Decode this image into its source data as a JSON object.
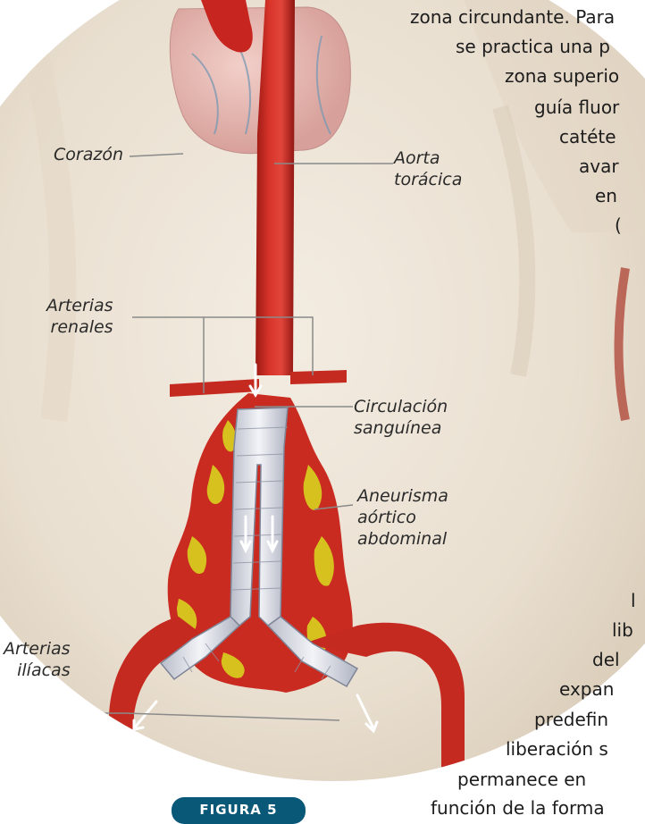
{
  "illustration": {
    "labels": {
      "heart": "Corazón",
      "thoracic_aorta": [
        "Aorta",
        "torácica"
      ],
      "renal_arteries": [
        "Arterias",
        "renales"
      ],
      "blood_flow": [
        "Circulación",
        "sanguínea"
      ],
      "aneurysm": [
        "Aneurisma",
        "aórtico",
        "abdominal"
      ],
      "iliac_arteries": [
        "Arterias",
        "ilíacas"
      ]
    },
    "colors": {
      "artery": "#c8271f",
      "artery_dark": "#8f1712",
      "stent": "#e8eaf0",
      "aneurysm_yellow": "#d8d21e",
      "background": "#ece3d6",
      "badge": "#0a5878"
    }
  },
  "text_top": [
    "zona circundante. Para",
    "se practica una p",
    "zona superio",
    "guía fluor",
    "catéte",
    "avar",
    "en",
    "("
  ],
  "text_bottom": [
    "l",
    "lib",
    "del",
    "expan",
    "predefin",
    "liberación s",
    "permanece en",
    "función de la forma"
  ],
  "figure_badge": "FIGURA 5"
}
